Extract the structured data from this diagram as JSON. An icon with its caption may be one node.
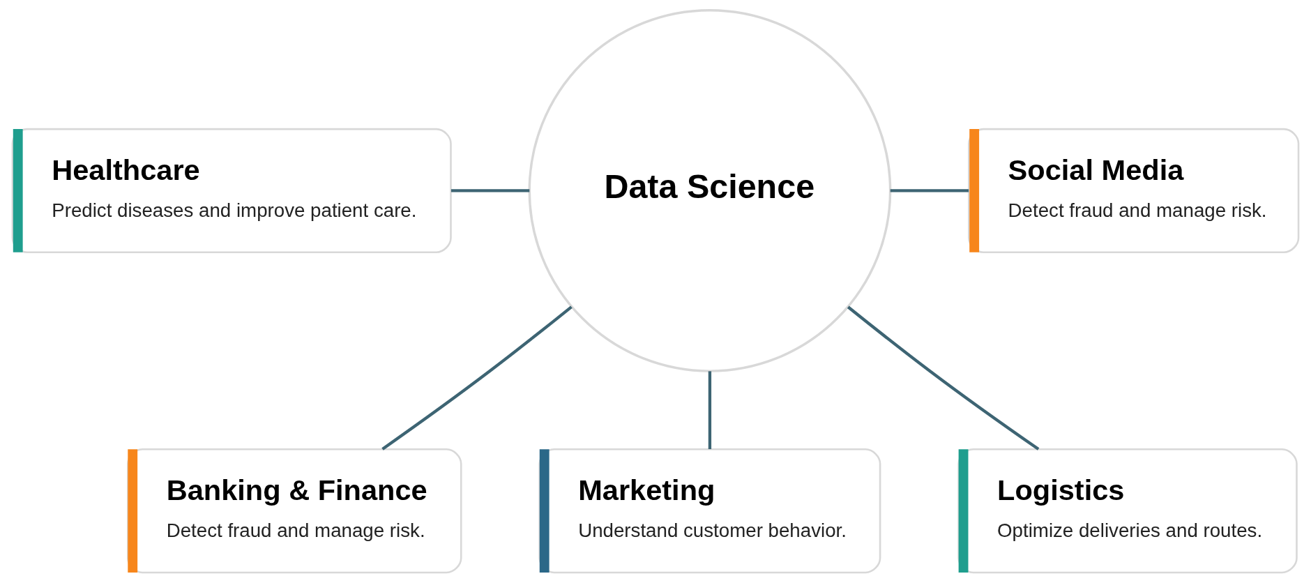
{
  "diagram": {
    "nodes": [
      {
        "text": [
          "Healthcare",
          "Predict diseases and improve patient care."
        ]
      },
      {
        "text": [
          "Data Science"
        ]
      },
      {
        "text": [
          "Social Media",
          "Detect fraud and manage risk."
        ]
      },
      {
        "text": [
          "Banking & Finance",
          "Detect fraud and manage risk."
        ]
      },
      {
        "text": [
          "Marketing",
          "Understand customer behavior."
        ]
      },
      {
        "text": [
          "Logistics",
          "Optimize deliveries and routes."
        ]
      }
    ],
    "edges": [
      {
        "from": 1,
        "to": 0,
        "arrow": "none"
      },
      {
        "from": 1,
        "to": 2,
        "arrow": "none"
      },
      {
        "from": 1,
        "to": 3,
        "arrow": "none"
      },
      {
        "from": 1,
        "to": 4,
        "arrow": "none"
      },
      {
        "from": 1,
        "to": 5,
        "arrow": "none"
      }
    ]
  }
}
